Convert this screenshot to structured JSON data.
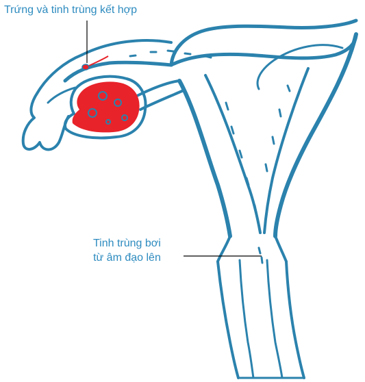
{
  "labels": {
    "fertilization": "Trứng và tinh trùng kết hợp",
    "sperm_line1": "Tinh trùng bơi",
    "sperm_line2": "từ âm đạo lên"
  },
  "colors": {
    "outline": "#2b82ad",
    "label_text": "#2d8bbf",
    "ovary_fill": "#e8232a",
    "leader_line": "#000000",
    "background": "#ffffff"
  }
}
